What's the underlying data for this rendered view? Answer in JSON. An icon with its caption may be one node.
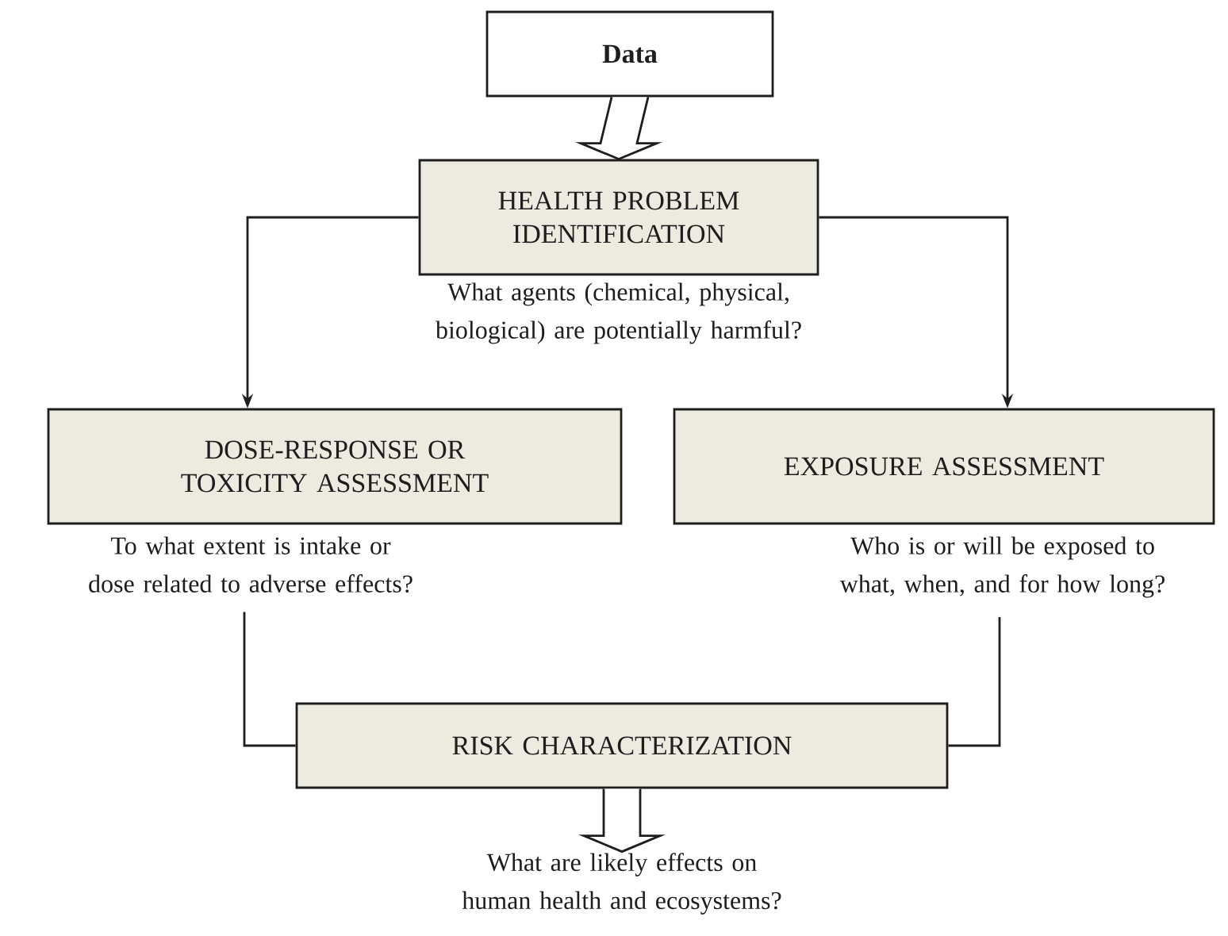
{
  "diagram": {
    "nodes": [
      {
        "text": [
          "Data"
        ]
      },
      {
        "text": [
          "HEALTH PROBLEM IDENTIFICATION"
        ],
        "beside": [
          "What agents (chemical, physical, biological) are potentially harmful?"
        ]
      },
      {
        "text": [
          "DOSE-RESPONSE OR TOXICITY ASSESSMENT"
        ],
        "beside": [
          "To what extent is intake or dose related to adverse effects?"
        ]
      },
      {
        "text": [
          "EXPOSURE ASSESSMENT"
        ],
        "beside": [
          "Who is or will be exposed to what, when, and for how long?"
        ]
      },
      {
        "text": [
          "RISK CHARACTERIZATION"
        ]
      },
      {
        "text": [
          "What are likely effects on human health and ecosystems?"
        ]
      }
    ],
    "edges": [
      {
        "from": 0,
        "to": 1,
        "arrow": "to"
      },
      {
        "from": 1,
        "to": 2,
        "arrow": "to"
      },
      {
        "from": 1,
        "to": 3,
        "arrow": "to"
      },
      {
        "from": 2,
        "to": 4,
        "arrow": "none"
      },
      {
        "from": 3,
        "to": 4,
        "arrow": "none"
      },
      {
        "from": 4,
        "to": 5,
        "arrow": "to"
      }
    ]
  }
}
